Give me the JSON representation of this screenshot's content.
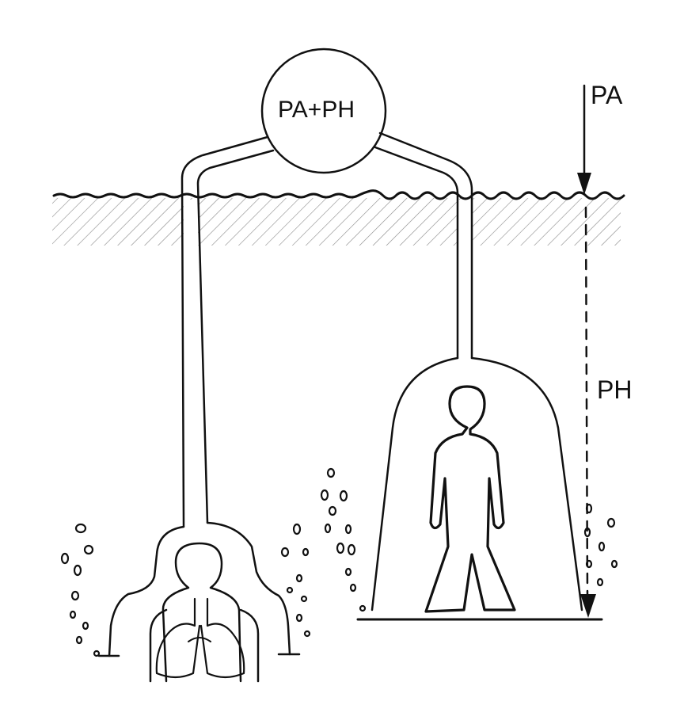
{
  "labels": {
    "source": "PA+PH",
    "pa": "PA",
    "ph": "PH"
  },
  "colors": {
    "ink": "#111111",
    "background": "#ffffff"
  }
}
